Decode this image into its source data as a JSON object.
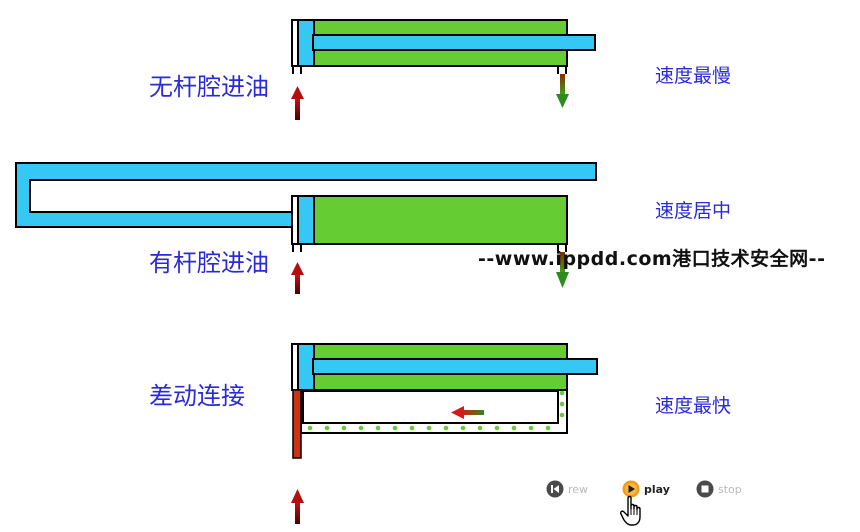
{
  "labels": {
    "row1_left": "无杆腔进油",
    "row1_right": "速度最慢",
    "row2_left": "有杆腔进油",
    "row2_right": "速度居中",
    "row3_left": "差动连接",
    "row3_right": "速度最快"
  },
  "watermark": "--www.ippdd.com港口技术安全网--",
  "controls": {
    "rew_label": "rew",
    "play_label": "play",
    "stop_label": "stop"
  },
  "colors": {
    "rod": "#35c8f5",
    "chamber": "#66cc33",
    "inlet_arrow": "#8b0000",
    "outlet_arrow": "#2e8b1e",
    "play_accent": "#f39c12",
    "label": "#2a2ad8"
  },
  "icons": [
    "rewind-icon",
    "play-icon",
    "stop-icon",
    "hand-cursor-icon"
  ]
}
